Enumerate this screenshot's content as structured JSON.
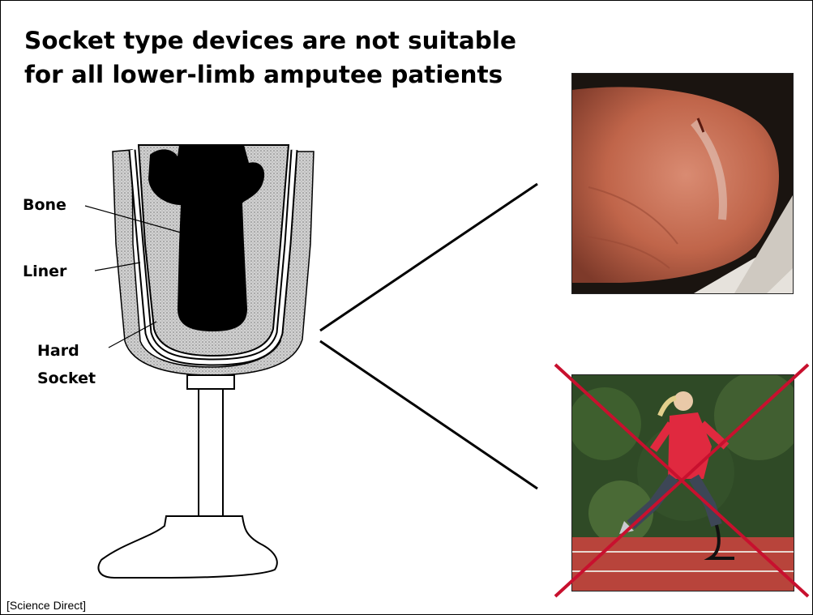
{
  "slide": {
    "title_lines": [
      "Socket type devices are not suitable",
      "for all lower-limb amputee patients"
    ],
    "labels": {
      "bone": "Bone",
      "liner": "Liner",
      "hard_socket_line1": "Hard",
      "hard_socket_line2": "Socket"
    },
    "source": "[Science Direct]"
  },
  "colors": {
    "background": "#ffffff",
    "text": "#000000",
    "cross_mark": "#c8102e",
    "skin": "#c0654a",
    "jacket": "#e0293f",
    "track": "#b8443b"
  },
  "images": {
    "top_photo": "residual-limb-skin-photo",
    "bottom_photo": "amputee-runner-photo"
  }
}
